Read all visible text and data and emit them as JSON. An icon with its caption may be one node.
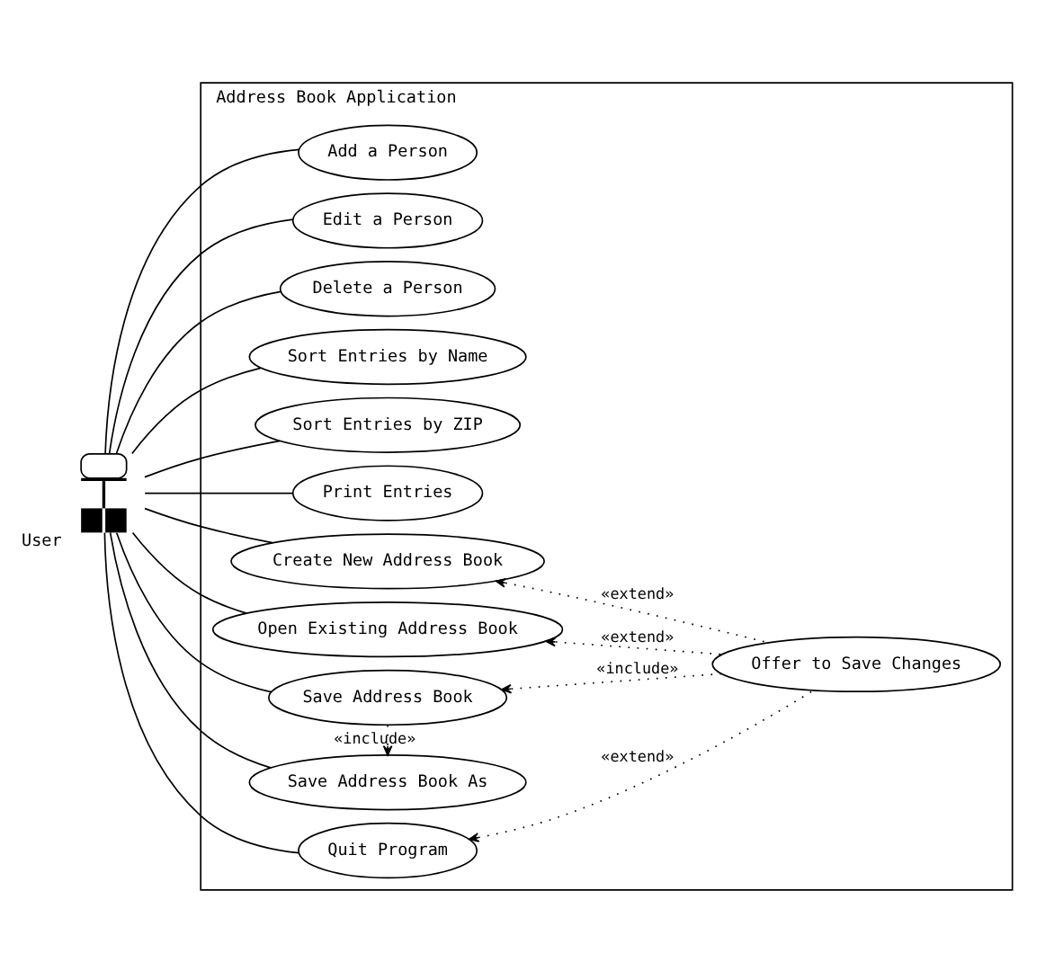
{
  "diagram": {
    "nodes": [
      {
        "text": [
          "Address Book Application"
        ]
      },
      {
        "text": [],
        "shape": "person",
        "beside": [
          "User"
        ]
      },
      {
        "text": [
          "Add a Person"
        ],
        "in": 0
      },
      {
        "text": [
          "Edit a Person"
        ],
        "in": 0
      },
      {
        "text": [
          "Delete a Person"
        ],
        "in": 0
      },
      {
        "text": [
          "Sort Entries by Name"
        ],
        "in": 0
      },
      {
        "text": [
          "Sort Entries by ZIP"
        ],
        "in": 0
      },
      {
        "text": [
          "Print Entries"
        ],
        "in": 0
      },
      {
        "text": [
          "Create New Address Book"
        ],
        "in": 0
      },
      {
        "text": [
          "Open Existing Address Book"
        ],
        "in": 0
      },
      {
        "text": [
          "Save Address Book"
        ],
        "in": 0
      },
      {
        "text": [
          "Save Address Book As"
        ],
        "in": 0
      },
      {
        "text": [
          "Quit Program"
        ],
        "in": 0
      },
      {
        "text": [
          "Offer to Save Changes"
        ],
        "in": 0
      }
    ],
    "edges": [
      {
        "from": 1,
        "to": 2,
        "arrow": "none"
      },
      {
        "from": 1,
        "to": 3,
        "arrow": "none"
      },
      {
        "from": 1,
        "to": 4,
        "arrow": "none"
      },
      {
        "from": 1,
        "to": 5,
        "arrow": "none"
      },
      {
        "from": 1,
        "to": 6,
        "arrow": "none"
      },
      {
        "from": 1,
        "to": 7,
        "arrow": "none"
      },
      {
        "from": 1,
        "to": 8,
        "arrow": "none"
      },
      {
        "from": 1,
        "to": 9,
        "arrow": "none"
      },
      {
        "from": 1,
        "to": 10,
        "arrow": "none"
      },
      {
        "from": 1,
        "to": 11,
        "arrow": "none"
      },
      {
        "from": 1,
        "to": 12,
        "arrow": "none"
      },
      {
        "from": 13,
        "to": 8,
        "arrow": "to",
        "label": "«extend»",
        "style": "dashed"
      },
      {
        "from": 13,
        "to": 9,
        "arrow": "to",
        "label": "«extend»",
        "style": "dashed"
      },
      {
        "from": 13,
        "to": 10,
        "arrow": "to",
        "label": "«include»",
        "style": "dashed"
      },
      {
        "from": 10,
        "to": 11,
        "arrow": "to",
        "label": "«include»",
        "style": "dashed"
      },
      {
        "from": 13,
        "to": 12,
        "arrow": "to",
        "label": "«extend»",
        "style": "dashed"
      }
    ]
  }
}
